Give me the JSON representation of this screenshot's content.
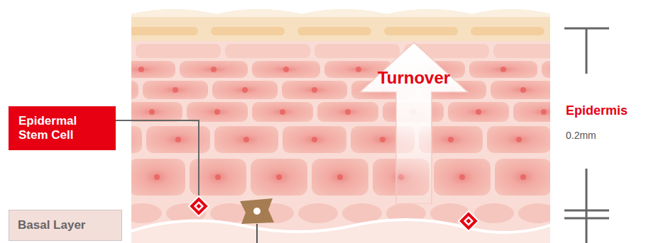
{
  "diagram": {
    "nodes": [
      {
        "text": [
          "Turnover"
        ]
      },
      {
        "text": [
          "Epidermal Stem Cell"
        ]
      },
      {
        "text": [
          "Basal Layer"
        ]
      }
    ],
    "labels": [
      "Epidermis",
      "0.2mm"
    ]
  }
}
